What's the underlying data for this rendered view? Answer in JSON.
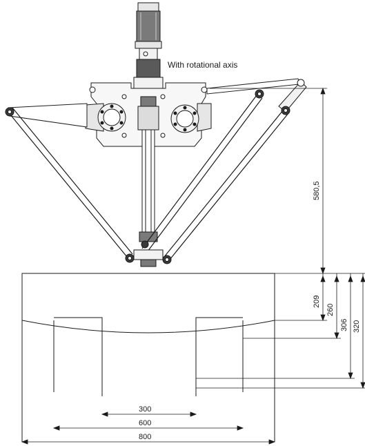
{
  "caption": "With rotational axis",
  "dimensions": {
    "reach_height": "580,5",
    "work_209": "209",
    "work_260": "260",
    "work_306": "306",
    "work_320": "320",
    "width_300": "300",
    "width_600": "600",
    "width_800": "800"
  },
  "colors": {
    "line": "#1a1a1a",
    "fill_light": "#f2f2f2",
    "fill_dark": "#3a3a3a"
  }
}
